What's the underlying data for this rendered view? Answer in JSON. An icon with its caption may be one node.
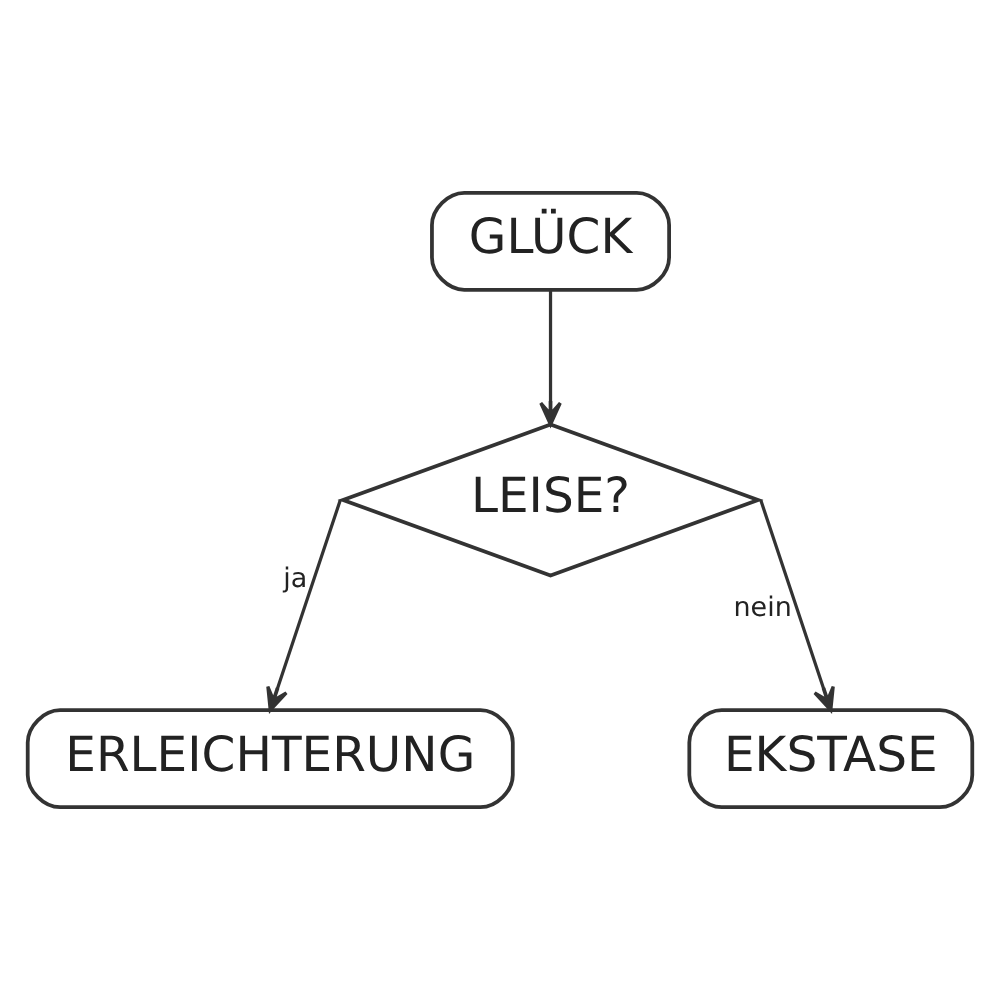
{
  "diagram": {
    "nodes": [
      {
        "text": [
          "GLÜCK"
        ]
      },
      {
        "text": [
          "LEISE?"
        ]
      },
      {
        "text": [
          "ERLEICHTERUNG"
        ]
      },
      {
        "text": [
          "EKSTASE"
        ]
      }
    ],
    "edges": [
      {
        "from": 0,
        "to": 1,
        "arrow": "to"
      },
      {
        "from": 1,
        "to": 2,
        "arrow": "to",
        "label": "ja"
      },
      {
        "from": 1,
        "to": 3,
        "arrow": "to",
        "label": "nein"
      }
    ]
  }
}
